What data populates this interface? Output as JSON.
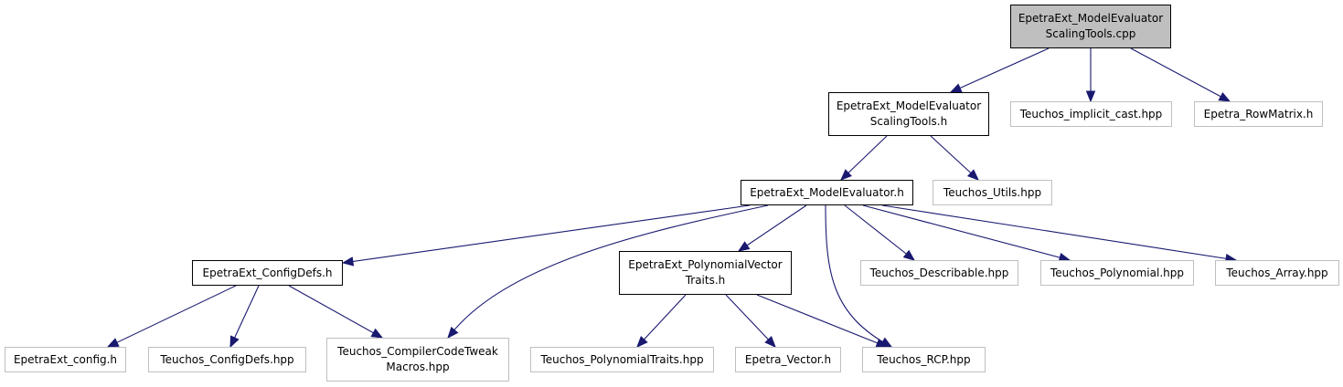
{
  "graph": {
    "edge_color": "#191970",
    "root_fill": "#bfbfbf",
    "internal_border": "#000000",
    "external_border": "#bfbfbf",
    "nodes": [
      {
        "id": "root",
        "label": "EpetraExt_ModelEvaluator\nScalingTools.cpp",
        "kind": "root"
      },
      {
        "id": "mest",
        "label": "EpetraExt_ModelEvaluator\nScalingTools.h",
        "kind": "internal"
      },
      {
        "id": "tic",
        "label": "Teuchos_implicit_cast.hpp",
        "kind": "external"
      },
      {
        "id": "erm",
        "label": "Epetra_RowMatrix.h",
        "kind": "external"
      },
      {
        "id": "me",
        "label": "EpetraExt_ModelEvaluator.h",
        "kind": "internal"
      },
      {
        "id": "tu",
        "label": "Teuchos_Utils.hpp",
        "kind": "external"
      },
      {
        "id": "cd",
        "label": "EpetraExt_ConfigDefs.h",
        "kind": "internal"
      },
      {
        "id": "pvt",
        "label": "EpetraExt_PolynomialVector\nTraits.h",
        "kind": "internal"
      },
      {
        "id": "td",
        "label": "Teuchos_Describable.hpp",
        "kind": "external"
      },
      {
        "id": "tp",
        "label": "Teuchos_Polynomial.hpp",
        "kind": "external"
      },
      {
        "id": "ta",
        "label": "Teuchos_Array.hpp",
        "kind": "external"
      },
      {
        "id": "ec",
        "label": "EpetraExt_config.h",
        "kind": "external"
      },
      {
        "id": "tcd",
        "label": "Teuchos_ConfigDefs.hpp",
        "kind": "external"
      },
      {
        "id": "tcct",
        "label": "Teuchos_CompilerCodeTweak\nMacros.hpp",
        "kind": "external"
      },
      {
        "id": "tpt",
        "label": "Teuchos_PolynomialTraits.hpp",
        "kind": "external"
      },
      {
        "id": "ev",
        "label": "Epetra_Vector.h",
        "kind": "external"
      },
      {
        "id": "rcp",
        "label": "Teuchos_RCP.hpp",
        "kind": "external"
      }
    ],
    "edges": [
      {
        "from": "root",
        "to": "mest"
      },
      {
        "from": "root",
        "to": "tic"
      },
      {
        "from": "root",
        "to": "erm"
      },
      {
        "from": "mest",
        "to": "me"
      },
      {
        "from": "mest",
        "to": "tu"
      },
      {
        "from": "me",
        "to": "cd"
      },
      {
        "from": "me",
        "to": "tcct"
      },
      {
        "from": "me",
        "to": "pvt"
      },
      {
        "from": "me",
        "to": "rcp"
      },
      {
        "from": "me",
        "to": "td"
      },
      {
        "from": "me",
        "to": "tp"
      },
      {
        "from": "me",
        "to": "ta"
      },
      {
        "from": "cd",
        "to": "ec"
      },
      {
        "from": "cd",
        "to": "tcd"
      },
      {
        "from": "cd",
        "to": "tcct"
      },
      {
        "from": "pvt",
        "to": "tpt"
      },
      {
        "from": "pvt",
        "to": "ev"
      },
      {
        "from": "pvt",
        "to": "rcp"
      }
    ]
  }
}
